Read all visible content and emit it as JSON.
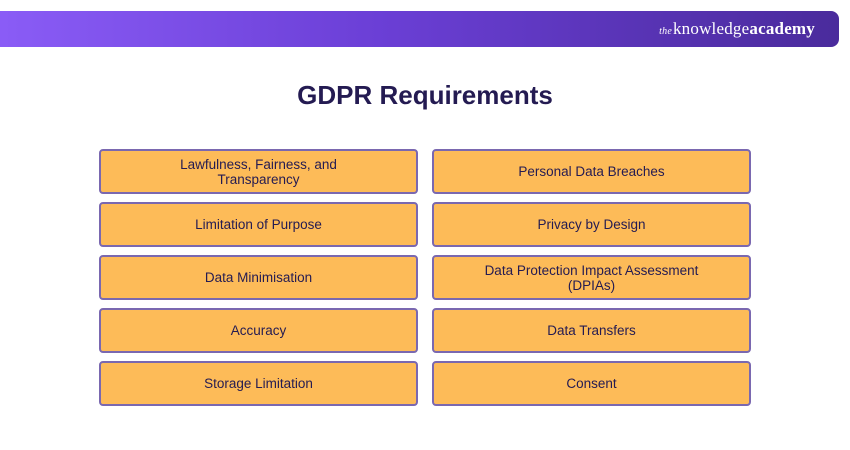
{
  "brand": {
    "logo_prefix": "the",
    "logo_main": "knowledge",
    "logo_bold": "academy"
  },
  "title": "GDPR Requirements",
  "requirements": [
    "Lawfulness, Fairness, and Transparency",
    "Personal Data Breaches",
    "Limitation of Purpose",
    "Privacy by Design",
    "Data Minimisation",
    "Data Protection Impact Assessment (DPIAs)",
    "Accuracy",
    "Data Transfers",
    "Storage Limitation",
    "Consent"
  ],
  "colors": {
    "banner_start": "#8a5cf6",
    "banner_end": "#4a2b9c",
    "box_fill": "#fdbb58",
    "box_border": "#7a68b0",
    "text": "#241b52"
  }
}
